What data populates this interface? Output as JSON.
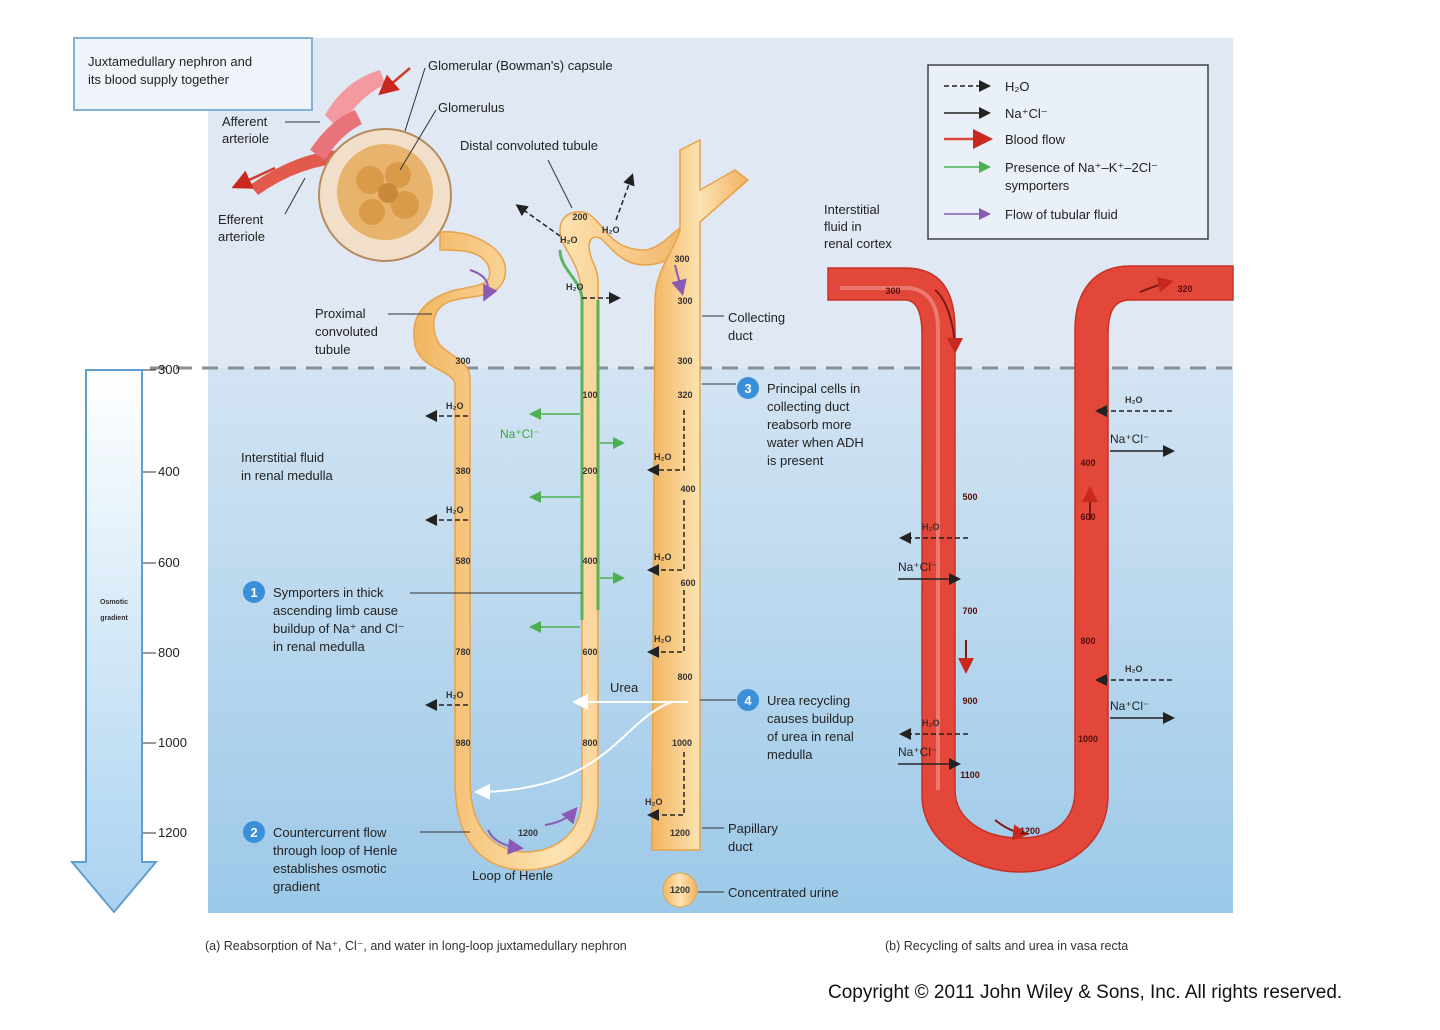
{
  "box_title": [
    "Juxtamedullary nephron and",
    "its blood supply together"
  ],
  "labels": {
    "capsule": "Glomerular (Bowman's) capsule",
    "glomerulus": "Glomerulus",
    "afferent": [
      "Afferent",
      "arteriole"
    ],
    "efferent": [
      "Efferent",
      "arteriole"
    ],
    "dct": "Distal convoluted tubule",
    "pct": [
      "Proximal",
      "convoluted",
      "tubule"
    ],
    "collecting": [
      "Collecting",
      "duct"
    ],
    "papillary": [
      "Papillary",
      "duct"
    ],
    "urine": "Concentrated urine",
    "loop": "Loop of Henle",
    "urea": "Urea",
    "nacl": "Na⁺Cl⁻",
    "h2o": "H₂O",
    "interstitial_cortex": [
      "Interstitial",
      "fluid in",
      "renal cortex"
    ],
    "interstitial_medulla": [
      "Interstitial fluid",
      "in renal medulla"
    ],
    "osmotic": [
      "Osmotic",
      "gradient"
    ]
  },
  "numbered": [
    {
      "n": "1",
      "lines": [
        "Symporters in thick",
        "ascending limb cause",
        "buildup of Na⁺ and Cl⁻",
        "in renal medulla"
      ]
    },
    {
      "n": "2",
      "lines": [
        "Countercurrent flow",
        "through loop of Henle",
        "establishes osmotic",
        "gradient"
      ]
    },
    {
      "n": "3",
      "lines": [
        "Principal cells in",
        "collecting duct",
        "reabsorb more",
        "water when ADH",
        "is present"
      ]
    },
    {
      "n": "4",
      "lines": [
        "Urea recycling",
        "causes buildup",
        "of urea in renal",
        "medulla"
      ]
    }
  ],
  "legend": [
    {
      "label": "H₂O",
      "color": "#222222",
      "style": "dashed"
    },
    {
      "label": "Na⁺Cl⁻",
      "color": "#222222",
      "style": "solid"
    },
    {
      "label": "Blood flow",
      "color": "#e04a3a",
      "style": "solid"
    },
    {
      "label": [
        "Presence of Na⁺–K⁺–2Cl⁻",
        "symporters"
      ],
      "color": "#4caf50",
      "style": "solid"
    },
    {
      "label": "Flow of tubular fluid",
      "color": "#8a5ab5",
      "style": "solid"
    }
  ],
  "gradient_ticks": [
    "300",
    "400",
    "600",
    "800",
    "1000",
    "1200"
  ],
  "osm_values": {
    "descending": [
      "300",
      "380",
      "580",
      "780",
      "980"
    ],
    "ascending": [
      "100",
      "200",
      "400",
      "600",
      "800"
    ],
    "loop_bottom": "1200",
    "dct": [
      "200",
      "300"
    ],
    "collecting": [
      "300",
      "300",
      "320",
      "400",
      "600",
      "800",
      "1000",
      "1200"
    ],
    "urine": "1200",
    "vasa_cortex": [
      "300",
      "320"
    ],
    "vasa_desc": [
      "500",
      "700",
      "900",
      "1100"
    ],
    "vasa_asc": [
      "400",
      "600",
      "800",
      "1000"
    ],
    "vasa_bottom": "1200"
  },
  "captions": {
    "a": "(a) Reabsorption of Na⁺, Cl⁻, and water in long-loop juxtamedullary nephron",
    "b": "(b) Recycling of salts and urea in vasa recta"
  },
  "copyright": "Copyright © 2011 John Wiley & Sons, Inc. All rights reserved.",
  "colors": {
    "cortex_bg": "#dfe8f3",
    "medulla_top": "#cfe0f1",
    "medulla_bottom": "#9dc8e8",
    "tubule": "#f7c97d",
    "vessel": "#e2473a",
    "badge": "#3b8fd8"
  }
}
